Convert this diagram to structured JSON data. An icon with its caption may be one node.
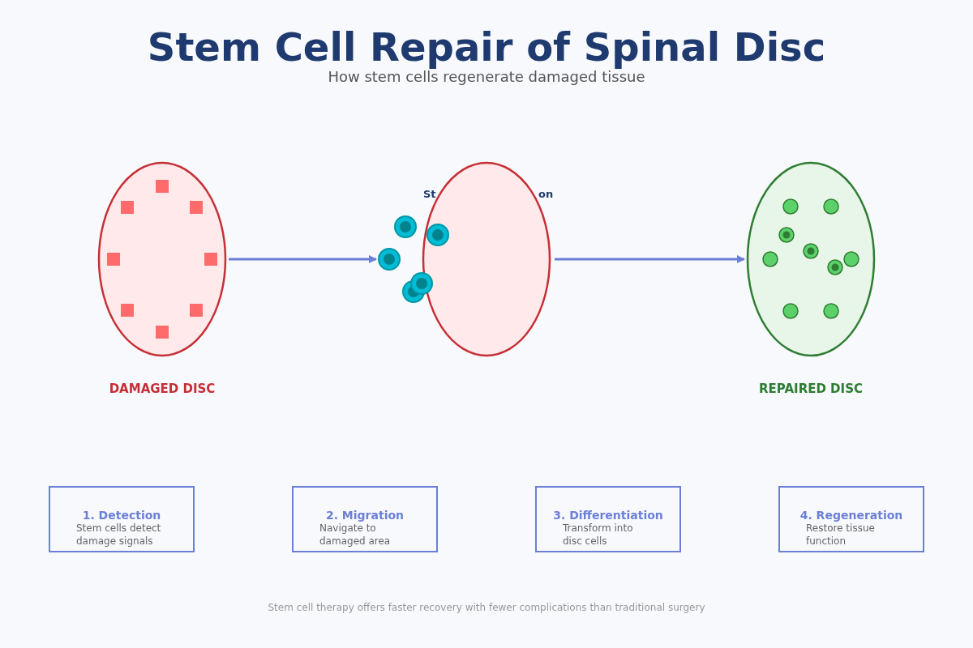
{
  "diagram": {
    "title": "Stem Cell Repair of Spinal Disc",
    "caption": "Stem cell therapy offers faster recovery with fewer complications than traditional surgery",
    "nodes": [
      {
        "text": [
          "DAMAGED DISC"
        ]
      },
      {
        "text": [],
        "shape": "ellipse"
      },
      {
        "text": [
          "REPAIRED DISC"
        ]
      },
      {
        "text": [
          "1. Detection",
          "Stem cells detect damage signals"
        ]
      },
      {
        "text": [
          "2. Migration",
          "Navigate to damaged area"
        ]
      },
      {
        "text": [
          "3. Differentiation",
          "Transform into disc cells"
        ]
      },
      {
        "text": [
          "4. Regeneration",
          "Restore tissue function"
        ]
      }
    ],
    "edges": [
      {
        "from": 0,
        "to": 1,
        "arrow": "to"
      },
      {
        "from": 1,
        "to": 2,
        "arrow": "to"
      }
    ],
    "labels": [
      "How stem cells regenerate damaged tissue",
      "St",
      "on"
    ]
  }
}
